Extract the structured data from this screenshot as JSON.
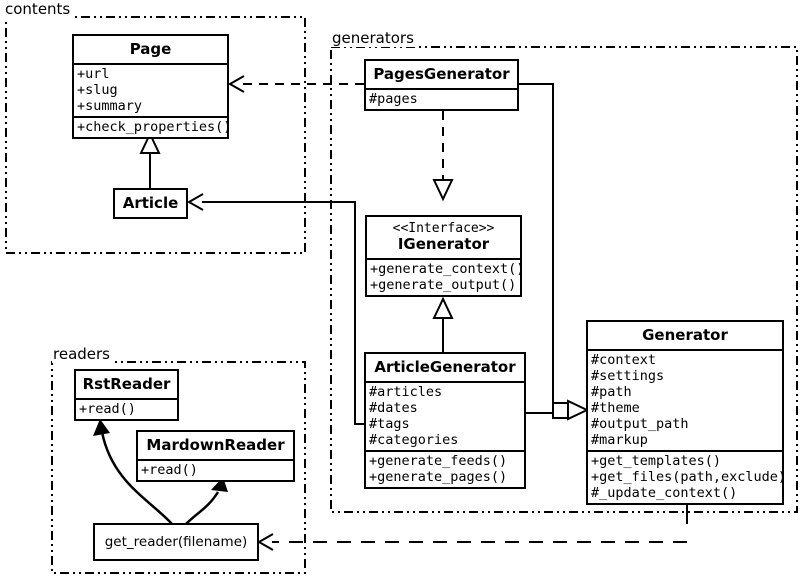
{
  "diagram": {
    "title": "Pelican architecture UML class diagram",
    "stroke_color": "#000000",
    "background_color": "#ffffff"
  },
  "packages": [
    {
      "id": "contents",
      "label": "contents"
    },
    {
      "id": "generators",
      "label": "generators"
    },
    {
      "id": "readers",
      "label": "readers"
    }
  ],
  "classes": [
    {
      "id": "page",
      "name": "Page",
      "stereotype": "",
      "attributes": [
        "+url",
        "+slug",
        "+summary"
      ],
      "methods": [
        "+check_properties()"
      ]
    },
    {
      "id": "article",
      "name": "Article",
      "stereotype": "",
      "attributes": [],
      "methods": []
    },
    {
      "id": "pages_generator",
      "name": "PagesGenerator",
      "stereotype": "",
      "attributes": [
        "#pages"
      ],
      "methods": []
    },
    {
      "id": "igenerator",
      "name": "IGenerator",
      "stereotype": "<<Interface>>",
      "attributes": [],
      "methods": [
        "+generate_context()",
        "+generate_output()"
      ]
    },
    {
      "id": "article_generator",
      "name": "ArticleGenerator",
      "stereotype": "",
      "attributes": [
        "#articles",
        "#dates",
        "#tags",
        "#categories"
      ],
      "methods": [
        "+generate_feeds()",
        "+generate_pages()"
      ]
    },
    {
      "id": "generator",
      "name": "Generator",
      "stereotype": "",
      "attributes": [
        "#context",
        "#settings",
        "#path",
        "#theme",
        "#output_path",
        "#markup"
      ],
      "methods": [
        "+get_templates()",
        "+get_files(path,exclude)",
        "#_update_context()"
      ]
    },
    {
      "id": "rst_reader",
      "name": "RstReader",
      "stereotype": "",
      "attributes": [],
      "methods": [
        "+read()"
      ]
    },
    {
      "id": "mardown_reader",
      "name": "MardownReader",
      "stereotype": "",
      "attributes": [],
      "methods": [
        "+read()"
      ]
    }
  ],
  "functions": [
    {
      "id": "get_reader",
      "label": "get_reader(filename)"
    }
  ],
  "relationships": [
    {
      "from": "article",
      "to": "page",
      "type": "generalization",
      "style": "solid",
      "arrow": "hollow-triangle"
    },
    {
      "from": "pages_generator",
      "to": "igenerator",
      "type": "realization",
      "style": "dashed",
      "arrow": "hollow-triangle"
    },
    {
      "from": "article_generator",
      "to": "igenerator",
      "type": "realization",
      "style": "solid",
      "arrow": "hollow-triangle"
    },
    {
      "from": "pages_generator",
      "to": "generator",
      "type": "generalization",
      "style": "solid",
      "arrow": "hollow-triangle"
    },
    {
      "from": "article_generator",
      "to": "generator",
      "type": "generalization",
      "style": "solid",
      "arrow": "hollow-triangle"
    },
    {
      "from": "pages_generator",
      "to": "page",
      "type": "dependency",
      "style": "dashed",
      "arrow": "open"
    },
    {
      "from": "article_generator",
      "to": "article",
      "type": "dependency",
      "style": "dashed",
      "arrow": "open"
    },
    {
      "from": "generator",
      "to": "get_reader",
      "type": "dependency",
      "style": "dashed",
      "arrow": "open"
    },
    {
      "from": "get_reader",
      "to": "rst_reader",
      "type": "creates",
      "style": "curved-solid",
      "arrow": "solid"
    },
    {
      "from": "get_reader",
      "to": "mardown_reader",
      "type": "creates",
      "style": "curved-solid",
      "arrow": "solid"
    }
  ]
}
